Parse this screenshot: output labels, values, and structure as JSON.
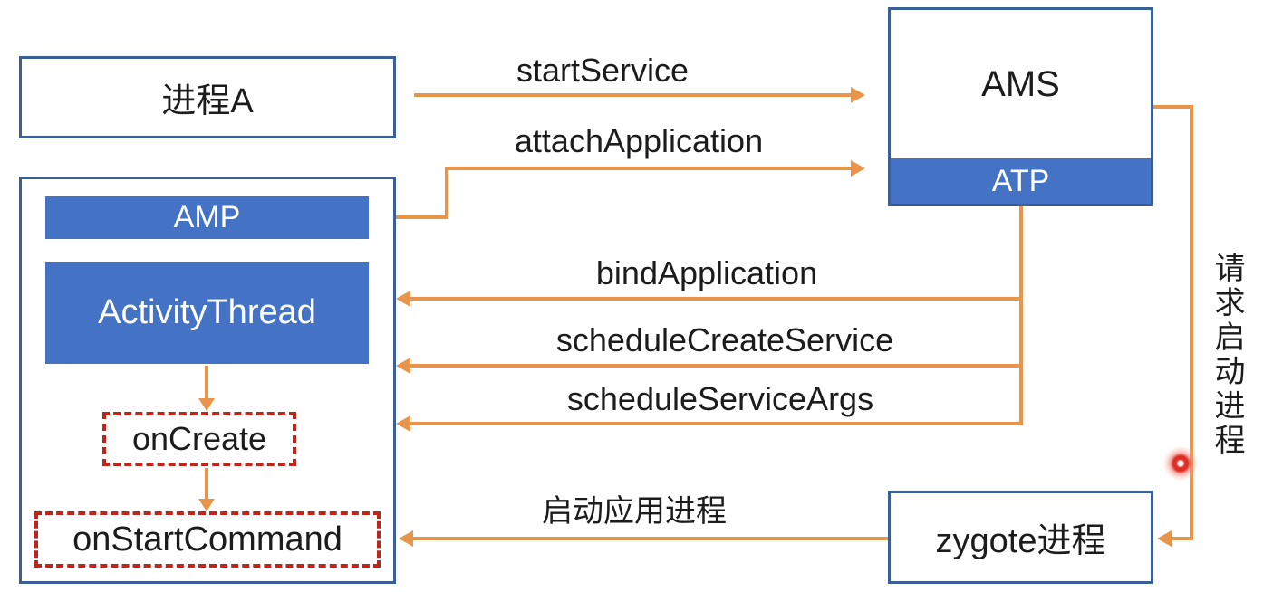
{
  "process_a": {
    "label": "进程A"
  },
  "app_process": {
    "amp": "AMP",
    "activity_thread": "ActivityThread",
    "on_create": "onCreate",
    "on_start_command": "onStartCommand"
  },
  "ams": {
    "label": "AMS",
    "atp": "ATP"
  },
  "zygote": {
    "label": "zygote进程"
  },
  "messages": {
    "start_service": "startService",
    "attach_application": "attachApplication",
    "bind_application": "bindApplication",
    "schedule_create_service": "scheduleCreateService",
    "schedule_service_args": "scheduleServiceArgs",
    "launch_app_process": "启动应用进程",
    "request_start_process": "请求启动进程"
  },
  "colors": {
    "box_fill_blue": "#4472C4",
    "box_border_blue": "#3A5F96",
    "arrow_orange": "#E8944A",
    "dashed_red": "#C0251C",
    "laser_dot_red": "#E8342C",
    "text_black": "#1C1C1C",
    "background": "#FFFFFF"
  }
}
